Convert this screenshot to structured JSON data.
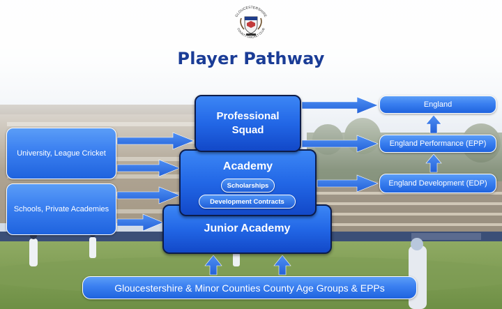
{
  "logo": {
    "top_text": "GLOUCESTERSHIRE",
    "bottom_text": "COUNTY CRICKET CLUB",
    "icon": "crest-icon"
  },
  "title": "Player Pathway",
  "boxes": {
    "professional_squad": {
      "line1": "Professional",
      "line2": "Squad"
    },
    "academy": {
      "label": "Academy",
      "scholarships": "Scholarships",
      "development_contracts": "Development Contracts"
    },
    "junior_academy": "Junior Academy",
    "university": "University, League Cricket",
    "schools": "Schools, Private Academies",
    "england": "England",
    "england_performance": "England Performance (EPP)",
    "england_development": "England Development (EDP)",
    "county_age_groups": "Gloucestershire & Minor Counties County Age Groups & EPPs"
  },
  "colors": {
    "title": "#1a3c96",
    "box_blue": "#3a7ff0",
    "box_border_dark": "#0c1c4a"
  }
}
